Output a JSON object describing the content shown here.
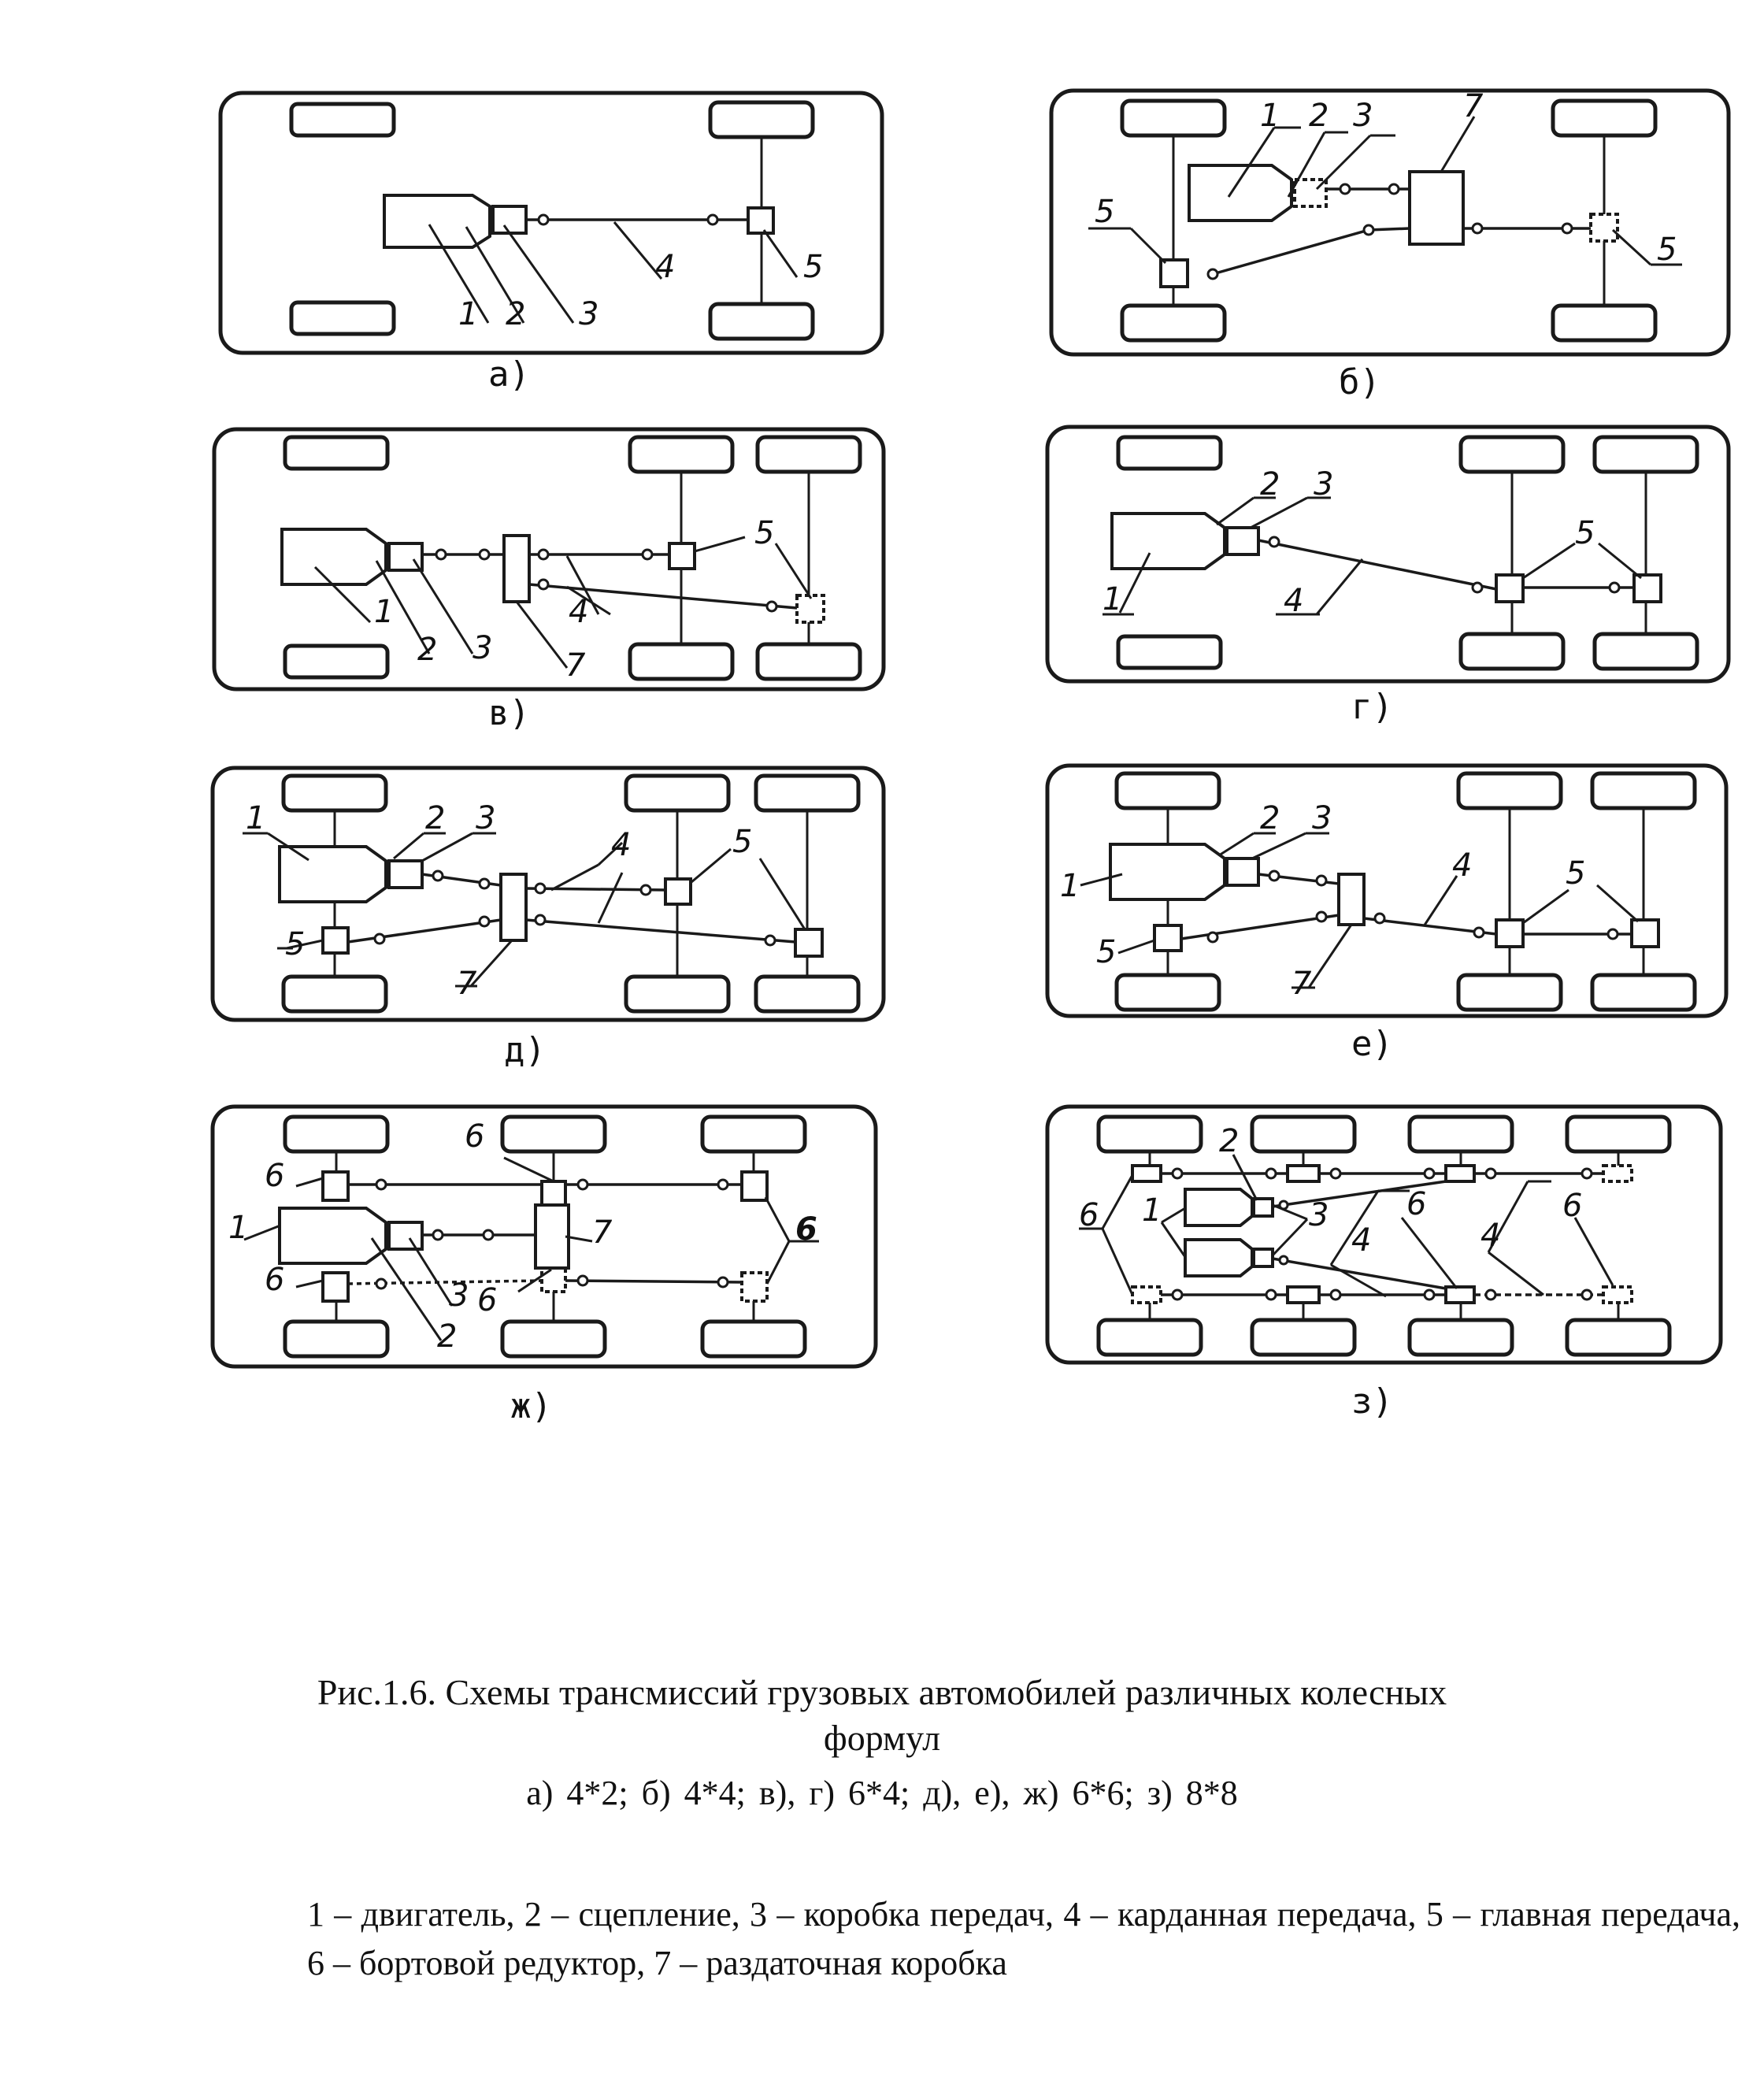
{
  "panels": [
    {
      "id": "a",
      "caption": "а)",
      "labels": {
        "1": "1",
        "2": "2",
        "3": "3",
        "4": "4",
        "5": "5"
      }
    },
    {
      "id": "b",
      "caption": "б)",
      "labels": {
        "1": "1",
        "2": "2",
        "3": "3",
        "5": "5",
        "7": "7"
      }
    },
    {
      "id": "v",
      "caption": "в)",
      "labels": {
        "1": "1",
        "2": "2",
        "3": "3",
        "4": "4",
        "5": "5",
        "7": "7"
      }
    },
    {
      "id": "g",
      "caption": "г)",
      "labels": {
        "1": "1",
        "2": "2",
        "3": "3",
        "4": "4",
        "5": "5"
      }
    },
    {
      "id": "d",
      "caption": "д)",
      "labels": {
        "1": "1",
        "2": "2",
        "3": "3",
        "4": "4",
        "5": "5",
        "7": "7"
      }
    },
    {
      "id": "e",
      "caption": "е)",
      "labels": {
        "1": "1",
        "2": "2",
        "3": "3",
        "4": "4",
        "5": "5",
        "7": "7"
      }
    },
    {
      "id": "zh",
      "caption": "ж)",
      "labels": {
        "1": "1",
        "2": "2",
        "3": "3",
        "6": "6",
        "7": "7"
      }
    },
    {
      "id": "z",
      "caption": "з)",
      "labels": {
        "1": "1",
        "2": "2",
        "3": "3",
        "4": "4",
        "6": "6"
      }
    }
  ],
  "figure": {
    "title_line1": "Рис.1.6. Схемы трансмиссий грузовых автомобилей различных колесных",
    "title_line2": "формул",
    "formulas": "а) 4*2;    б) 4*4;    в), г) 6*4;    д), е), ж) 6*6;     з) 8*8",
    "legend": "1 – двигатель, 2 – сцепление, 3 – коробка передач, 4 – карданная передача, 5 – главная передача, 6 – бортовой редуктор, 7 – раздаточная коробка"
  }
}
